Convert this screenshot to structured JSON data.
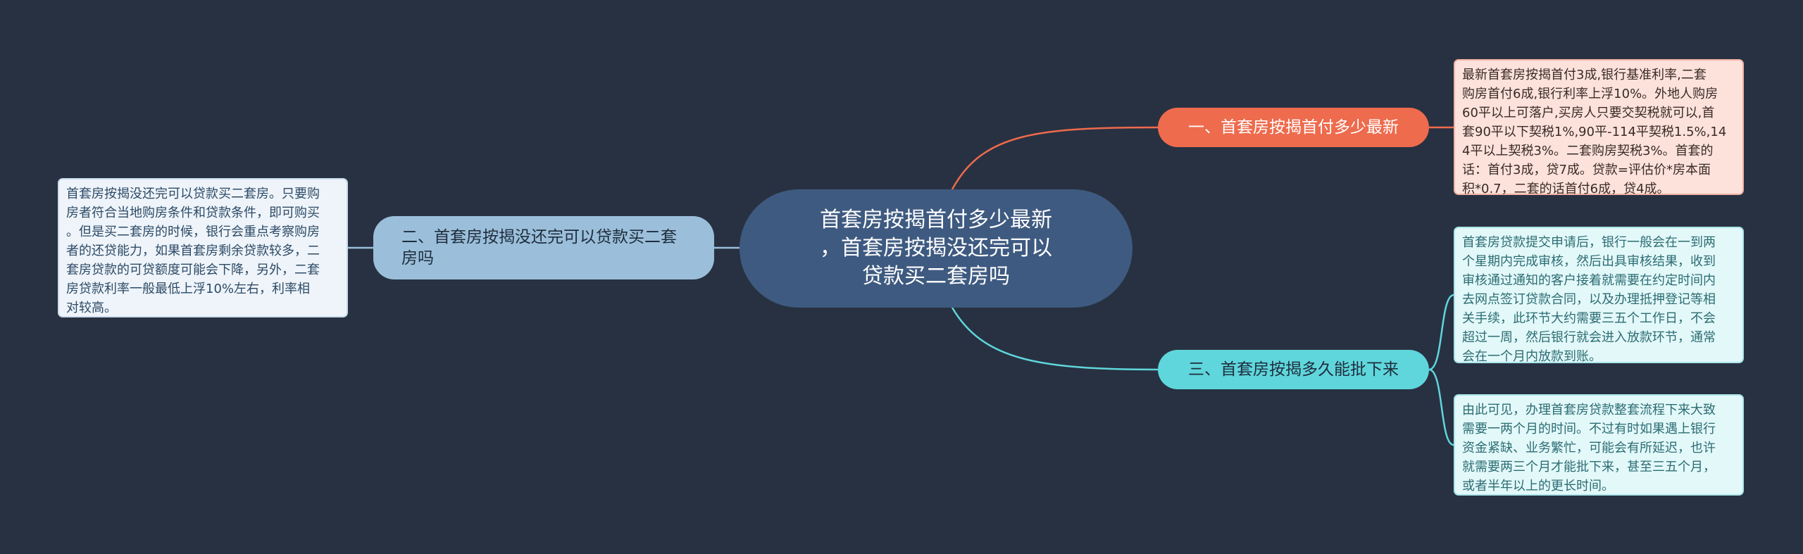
{
  "root": {
    "text": "首套房按揭首付多少最新\n，首套房按揭没还完可以\n贷款买二套房吗"
  },
  "branches": [
    {
      "label": "一、首套房按揭首付多少最新",
      "color": "#ee6b4d",
      "details": [
        "最新首套房按揭首付3成,银行基准利率,二套\n购房首付6成,银行利率上浮10%。外地人购房\n60平以上可落户,买房人只要交契税就可以,首\n套90平以下契税1%,90平-114平契税1.5%,14\n4平以上契税3%。二套购房契税3%。首套的\n话：首付3成，贷7成。贷款=评估价*房本面\n积*0.7，二套的话首付6成，贷4成。"
      ]
    },
    {
      "label": "二、首套房按揭没还完可以贷款买二套房吗",
      "color": "#9bbfda",
      "details": [
        "首套房按揭没还完可以贷款买二套房。只要购\n房者符合当地购房条件和贷款条件，即可购买\n。但是买二套房的时候，银行会重点考察购房\n者的还贷能力，如果首套房剩余贷款较多，二\n套房贷款的可贷额度可能会下降，另外，二套\n房贷款利率一般最低上浮10%左右，利率相\n对较高。"
      ]
    },
    {
      "label": "三、首套房按揭多久能批下来",
      "color": "#5fd6dc",
      "details": [
        "首套房贷款提交申请后，银行一般会在一到两\n个星期内完成审核，然后出具审核结果，收到\n审核通过通知的客户接着就需要在约定时间内\n去网点签订贷款合同，以及办理抵押登记等相\n关手续，此环节大约需要三五个工作日，不会\n超过一周，然后银行就会进入放款环节，通常\n会在一个月内放款到账。",
        "由此可见，办理首套房贷款整套流程下来大致\n需要一两个月的时间。不过有时如果遇上银行\n资金紧缺、业务繁忙，可能会有所延迟，也许\n就需要两三个月才能批下来，甚至三五个月，\n或者半年以上的更长时间。"
      ]
    }
  ]
}
